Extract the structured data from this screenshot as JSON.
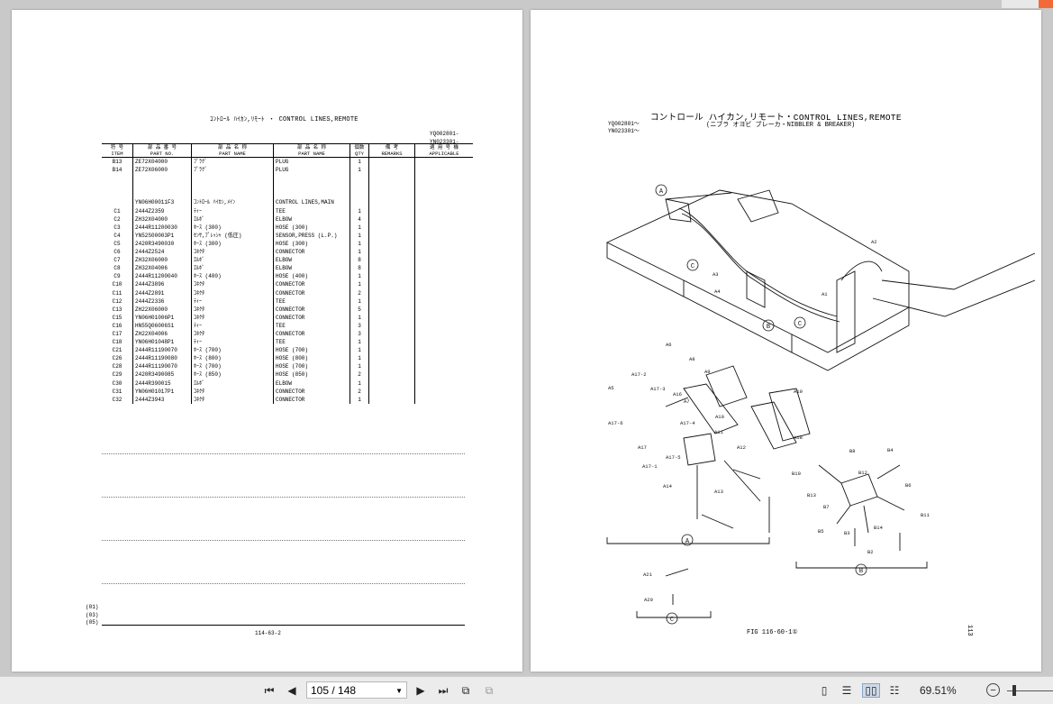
{
  "viewer": {
    "page_display": "105 / 148",
    "zoom": "69.51%",
    "icons": [
      "first-page-icon",
      "prev-page-icon",
      "next-page-icon",
      "last-page-icon",
      "rotate-icon",
      "copy-icon",
      "single-page-icon",
      "continuous-icon",
      "two-page-icon",
      "spread-icon",
      "zoom-out-icon"
    ]
  },
  "left_page": {
    "title": "ｺﾝﾄﾛｰﾙ ﾊｲｶﾝ,ﾘﾓｰﾄ ・ CONTROL LINES,REMOTE",
    "serial_1": "YQ002801-",
    "serial_2": "YN023301-",
    "headers": {
      "item_jp": "符 号",
      "item": "ITEM",
      "part_jp": "部 品 番 号",
      "part": "PART NO.",
      "namejp_jp": "部 品 名 称",
      "namejp": "PART NAME",
      "name_jp": "部 品 名 称",
      "name": "PART NAME",
      "qty_jp": "個数",
      "qty": "QTY",
      "rem_jp": "備 考",
      "rem": "REMARKS",
      "app_jp": "適 用 号 機",
      "app": "APPLICABLE"
    },
    "rows": [
      [
        "B13",
        "ZE72X04000",
        "ﾌﾟﾗｸﾞ",
        "PLUG",
        "1"
      ],
      [
        "B14",
        "ZE72X06000",
        "ﾌﾟﾗｸﾞ",
        "PLUG",
        "1"
      ],
      [
        "",
        "",
        "",
        "",
        ""
      ],
      [
        "",
        "",
        "",
        "",
        ""
      ],
      [
        "",
        "",
        "",
        "",
        ""
      ],
      [
        "",
        "YN06H00011F3",
        "ｺﾝﾄﾛｰﾙ ﾊｲｶﾝ,ﾒｲﾝ",
        "CONTROL LINES,MAIN",
        ""
      ],
      [
        "C1",
        "2444Z2359",
        "ﾃｨｰ",
        "TEE",
        "1"
      ],
      [
        "C2",
        "ZH32X04000",
        "ｴﾙﾎﾞ",
        "ELBOW",
        "4"
      ],
      [
        "C3",
        "2444R11200030",
        "ﾎｰｽ (300)",
        "HOSE (300)",
        "1"
      ],
      [
        "C4",
        "YN52S00003P1",
        "ｾﾝｻ,ﾌﾟﾚｯｼｬ (低圧)",
        "SENSOR,PRESS (L.P.)",
        "1"
      ],
      [
        "C5",
        "2420R3490030",
        "ﾎｰｽ (300)",
        "HOSE (300)",
        "1"
      ],
      [
        "C6",
        "2444Z2524",
        "ｺﾈｸﾀ",
        "CONNECTOR",
        "1"
      ],
      [
        "C7",
        "ZH32X06000",
        "ｴﾙﾎﾞ",
        "ELBOW",
        "8"
      ],
      [
        "C8",
        "ZH32X04006",
        "ｴﾙﾎﾞ",
        "ELBOW",
        "8"
      ],
      [
        "C9",
        "2444R11200040",
        "ﾎｰｽ (400)",
        "HOSE (400)",
        "1"
      ],
      [
        "C10",
        "2444Z3896",
        "ｺﾈｸﾀ",
        "CONNECTOR",
        "1"
      ],
      [
        "C11",
        "2444Z2891",
        "ｺﾈｸﾀ",
        "CONNECTOR",
        "2"
      ],
      [
        "C12",
        "2444Z2336",
        "ﾃｨｰ",
        "TEE",
        "1"
      ],
      [
        "C13",
        "ZH22X06000",
        "ｺﾈｸﾀ",
        "CONNECTOR",
        "5"
      ],
      [
        "C15",
        "YN06H01006P1",
        "ｺﾈｸﾀ",
        "CONNECTOR",
        "1"
      ],
      [
        "C16",
        "HN55Q06006S1",
        "ﾃｨｰ",
        "TEE",
        "3"
      ],
      [
        "C17",
        "ZH22X04006",
        "ｺﾈｸﾀ",
        "CONNECTOR",
        "3"
      ],
      [
        "C18",
        "YN06H01048P1",
        "ﾃｨｰ",
        "TEE",
        "1"
      ],
      [
        "C21",
        "2444R11190070",
        "ﾎｰｽ (700)",
        "HOSE (700)",
        "1"
      ],
      [
        "C26",
        "2444R11190080",
        "ﾎｰｽ (800)",
        "HOSE (800)",
        "1"
      ],
      [
        "C28",
        "2444R11190070",
        "ﾎｰｽ (700)",
        "HOSE (700)",
        "1"
      ],
      [
        "C29",
        "2420R3490085",
        "ﾎｰｽ (850)",
        "HOSE (850)",
        "2"
      ],
      [
        "C30",
        "2444R390015",
        "ｴﾙﾎﾞ",
        "ELBOW",
        "1"
      ],
      [
        "C31",
        "YN06H01017P1",
        "ｺﾈｸﾀ",
        "CONNECTOR",
        "2"
      ],
      [
        "C32",
        "2444Z3943",
        "ｺﾈｸﾀ",
        "CONNECTOR",
        "1"
      ]
    ],
    "revisions": [
      "(01)",
      "(03)",
      "(05)"
    ],
    "page_ref": "114-63-2"
  },
  "right_page": {
    "title": "コントロール ハイカン,リモート・CONTROL LINES,REMOTE",
    "subtitle": "(ニブラ オヨビ ブレーカ・NIBBLER & BREAKER)",
    "serial_1": "YQ002801～",
    "serial_2": "YN023301～",
    "fig_ref": "FIG 116-60-1①",
    "side_num": "113",
    "callouts": {
      "a_circle": "A",
      "b_circle": "B",
      "c_circle": "C",
      "labels": [
        "A2",
        "A1",
        "A3",
        "A4",
        "A6",
        "A5",
        "A7",
        "A8",
        "A9",
        "A10",
        "A11",
        "A12",
        "A13",
        "A14",
        "A16",
        "A17",
        "A17-1",
        "A17-2",
        "A17-3",
        "A17-4",
        "A17-5",
        "A17-6",
        "A18",
        "A19",
        "A20",
        "A21",
        "B2",
        "B3",
        "B4",
        "B5",
        "B6",
        "B7",
        "B8",
        "B10",
        "B11",
        "B12",
        "B13",
        "B14"
      ]
    }
  }
}
